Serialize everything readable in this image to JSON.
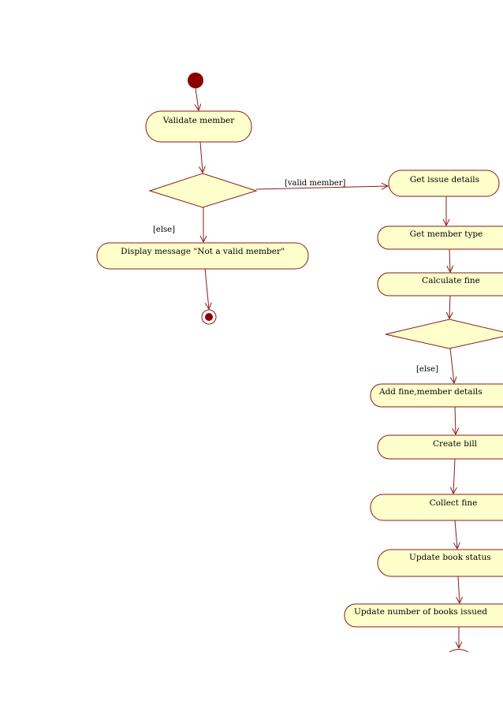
{
  "activities": {
    "validate_member": "Validate member",
    "display_message": "Display message \"Not a valid member\"",
    "get_issue_details": "Get issue details",
    "get_member_type": "Get member type",
    "calculate_fine": "Calculate fine",
    "add_fine_member_details": "Add fine,member details",
    "create_bill": "Create bill",
    "collect_fine": "Collect fine",
    "update_book_status": "Update book status",
    "update_number_books_issued": "Update number of books issued"
  },
  "guards": {
    "valid_member": "[valid member]",
    "else_1": "[else]",
    "else_2": "[else]"
  },
  "colors": {
    "node_fill": "#ffffcc",
    "stroke": "#8b1a1a",
    "start_node": "#8b0000"
  }
}
